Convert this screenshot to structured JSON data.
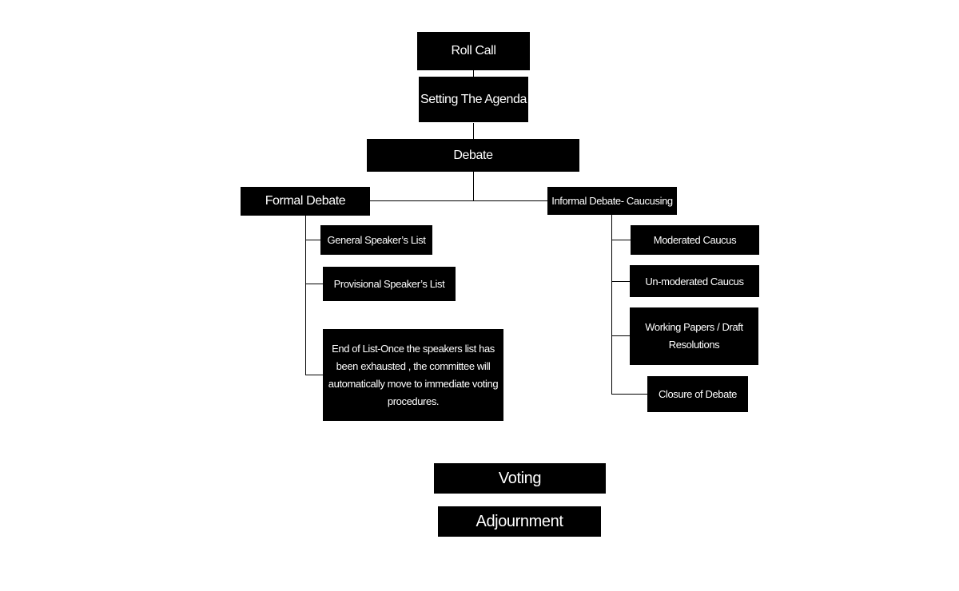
{
  "diagram": {
    "roll_call": "Roll Call",
    "setting_agenda": "Setting The Agenda",
    "debate": "Debate",
    "formal_debate": {
      "label": "Formal Debate",
      "children": [
        "General Speaker’s List",
        "Provisional Speaker’s List",
        "End of List-Once the speakers list has been exhausted , the committee will automatically move to immediate voting procedures."
      ]
    },
    "informal_debate": {
      "label": "Informal Debate- Caucusing",
      "children": [
        "Moderated Caucus",
        "Un-moderated Caucus",
        "Working Papers / Draft Resolutions",
        "Closure of Debate"
      ]
    },
    "voting": "Voting",
    "adjournment": "Adjournment"
  }
}
